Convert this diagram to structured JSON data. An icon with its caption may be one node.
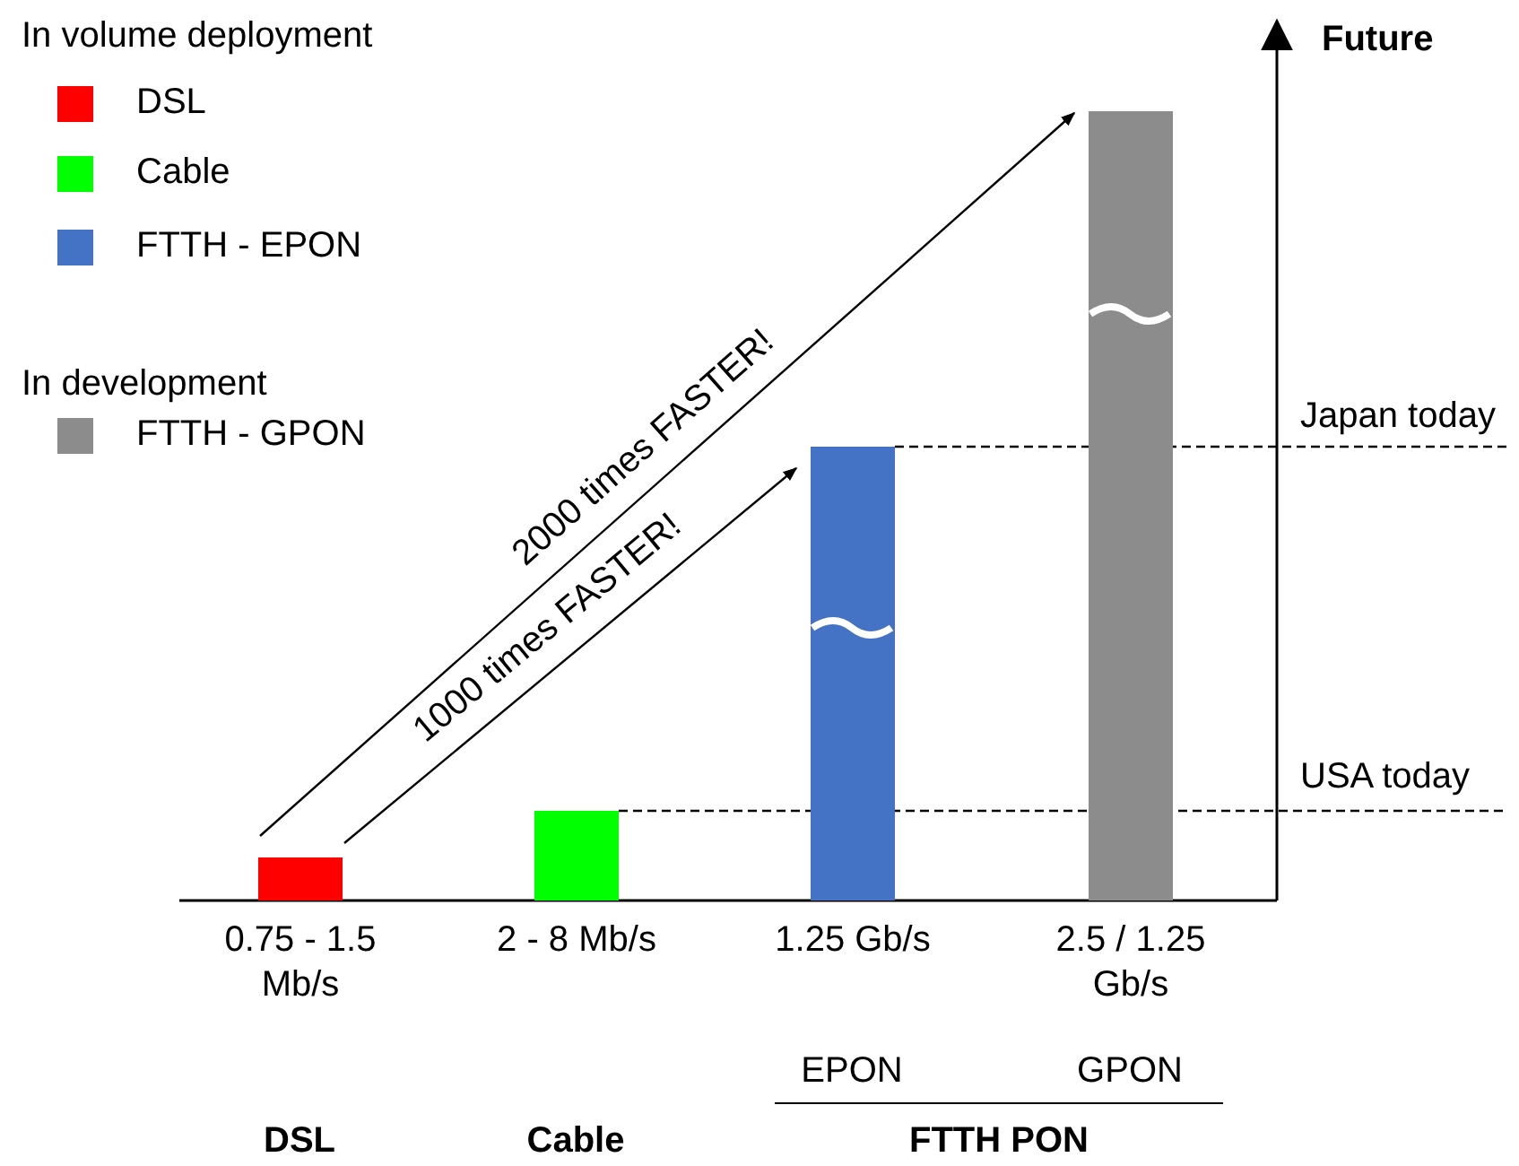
{
  "diagram": {
    "nodes": [
      {
        "text": [],
        "shape": "bar",
        "beside": [
          "0.75 - 1.5 Mb/s"
        ]
      },
      {
        "text": [],
        "shape": "bar",
        "beside": [
          "2 - 8 Mb/s"
        ]
      },
      {
        "text": [],
        "shape": "bar",
        "beside": [
          "1.25 Gb/s"
        ]
      },
      {
        "text": [],
        "shape": "bar",
        "beside": [
          "2.5 / 1.25 Gb/s"
        ]
      }
    ],
    "edges": [
      {
        "from": 0,
        "to": 2,
        "arrow": "to",
        "label": "1000 times FASTER!"
      },
      {
        "from": 0,
        "to": 3,
        "arrow": "to",
        "label": "2000 times FASTER!"
      }
    ],
    "labels": [
      "In volume deployment",
      "Future",
      "In development",
      "Japan today",
      "USA today",
      "EPON",
      "GPON",
      "DSL",
      "Cable",
      "FTTH PON"
    ],
    "legend": [
      {
        "text": "DSL",
        "color": "#ff0000"
      },
      {
        "text": "Cable",
        "color": "#00ff00"
      },
      {
        "text": "FTTH - EPON",
        "color": "#4472c4"
      },
      {
        "text": "FTTH - GPON",
        "color": "#8c8c8c"
      }
    ]
  }
}
